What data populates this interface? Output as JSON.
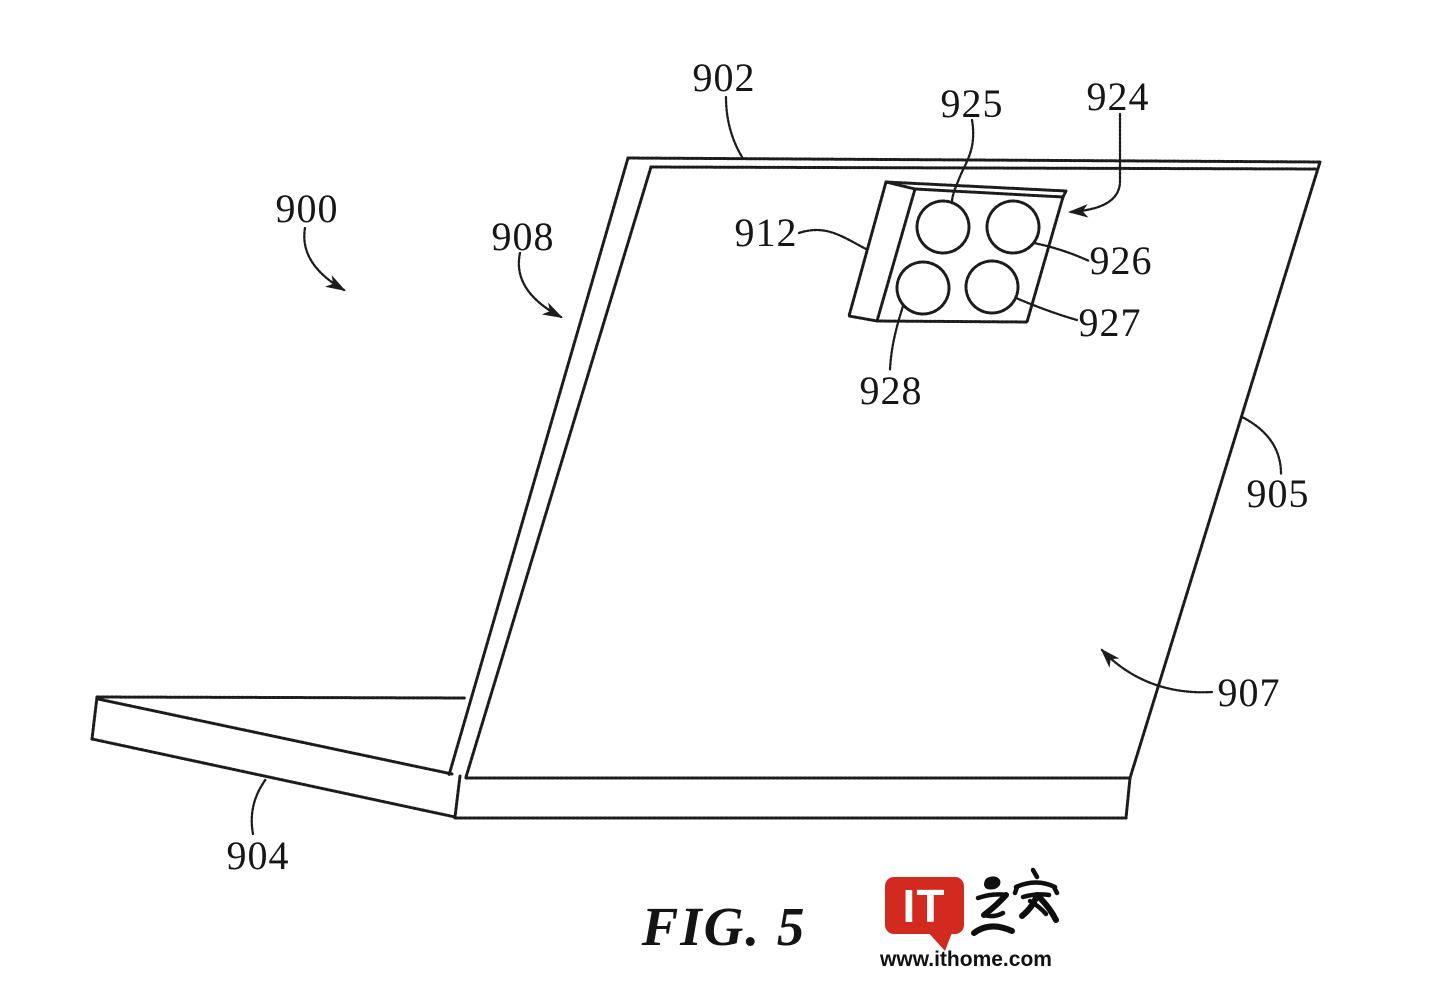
{
  "figure": {
    "caption": "FIG. 5",
    "labels": [
      {
        "id": "900",
        "text": "900"
      },
      {
        "id": "902",
        "text": "902"
      },
      {
        "id": "904",
        "text": "904"
      },
      {
        "id": "905",
        "text": "905"
      },
      {
        "id": "907",
        "text": "907"
      },
      {
        "id": "908",
        "text": "908"
      },
      {
        "id": "912",
        "text": "912"
      },
      {
        "id": "924",
        "text": "924"
      },
      {
        "id": "925",
        "text": "925"
      },
      {
        "id": "926",
        "text": "926"
      },
      {
        "id": "927",
        "text": "927"
      },
      {
        "id": "928",
        "text": "928"
      }
    ]
  },
  "watermark": {
    "logo_text": "IT",
    "logo_chinese": "之家",
    "website": "www.ithome.com",
    "brand_color": "#d32a20"
  }
}
